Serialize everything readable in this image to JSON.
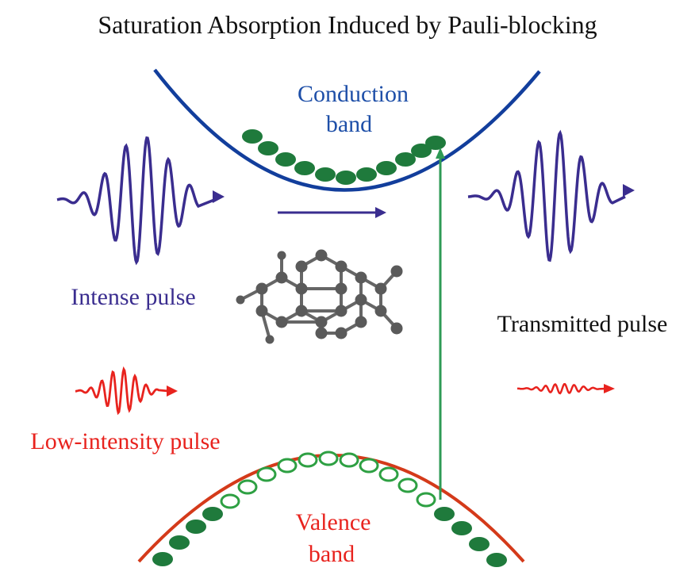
{
  "title": "Saturation Absorption Induced by Pauli-blocking",
  "labels": {
    "conduction_line1": "Conduction",
    "conduction_line2": "band",
    "valence_line1": "Valence",
    "valence_line2": "band",
    "intense_pulse": "Intense pulse",
    "transmitted_pulse": "Transmitted pulse",
    "low_intensity_pulse": "Low-intensity pulse"
  },
  "colors": {
    "conduction_band": "#123e9c",
    "valence_band": "#d43a1a",
    "electron_fill": "#1f7a3c",
    "hole_outline": "#2ea043",
    "transition_arrow": "#2e9a55",
    "intense_pulse": "#3a2d8f",
    "low_pulse": "#e8231e",
    "molecule": "#555555"
  },
  "icons": {
    "molecule": "pyrene-molecule-icon",
    "intense_wave": "wave-packet-icon",
    "low_wave": "wave-packet-icon"
  }
}
